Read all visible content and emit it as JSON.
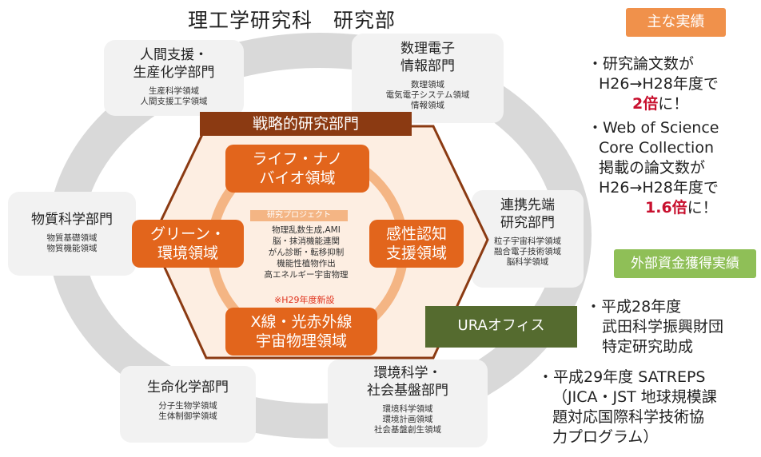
{
  "title": "理工学研究科　研究部",
  "departments": [
    {
      "name": "人間支援・\n生産化学部門",
      "sub": "生産科学領域\n人間支援工学領域"
    },
    {
      "name": "数理電子\n情報部門",
      "sub": "数理領域\n電気電子システム領域\n情報領域"
    },
    {
      "name": "物質科学部門",
      "sub": "物質基礎領域\n物質機能領域"
    },
    {
      "name": "連携先端\n研究部門",
      "sub": "粒子宇宙科学領域\n融合電子技術領域\n脳科学領域"
    },
    {
      "name": "生命化学部門",
      "sub": "分子生物学領域\n生体制御学領域"
    },
    {
      "name": "環境科学・\n社会基盤部門",
      "sub": "環境科学領域\n環境計画領域\n社会基盤創生領域"
    }
  ],
  "strategic": {
    "banner": "戦略的研究部門",
    "domains": [
      "ライフ・ナノ\nバイオ領域",
      "グリーン・\n環境領域",
      "感性認知\n支援領域",
      "X線・光赤外線\n宇宙物理領域"
    ],
    "project_title": "研究プロジェクト",
    "projects": [
      "物理乱数生成,AMI",
      "脳・抹消機能連関",
      "がん診断・転移抑制",
      "機能性植物作出",
      "高エネルギー宇宙物理"
    ],
    "new_note": "※H29年度新設"
  },
  "ura": "URAオフィス",
  "achievements": {
    "label": "主な実績",
    "items": [
      {
        "lines": [
          "・研究論文数が",
          "H26→H28年度で"
        ],
        "emph": "2倍",
        "tail": "に！"
      },
      {
        "lines": [
          "・Web of Science",
          "Core Collection",
          "掲載の論文数が",
          "H26→H28年度で"
        ],
        "emph": "1.6倍",
        "tail": "に！"
      }
    ]
  },
  "funding": {
    "label": "外部資金獲得実績",
    "items": [
      [
        "・平成28年度",
        "武田科学振興財団",
        "特定研究助成"
      ],
      [
        "・平成29年度  SATREPS",
        "（JICA・JST 地球規模課",
        "題対応国際科学技術協",
        "力プログラム）"
      ]
    ]
  },
  "colors": {
    "ring": "#d9d9d9",
    "dept_box": "#f2f2f2",
    "hex_fill": "#fdeee2",
    "hex_stroke": "#8b3a12",
    "banner": "#8b3a12",
    "domain": "#e2651c",
    "project_ring": "#f4b584",
    "ura": "#556b2f",
    "achievement_tag": "#f0914b",
    "funding_tag": "#8fbf57",
    "emphasis": "#c8102e"
  }
}
